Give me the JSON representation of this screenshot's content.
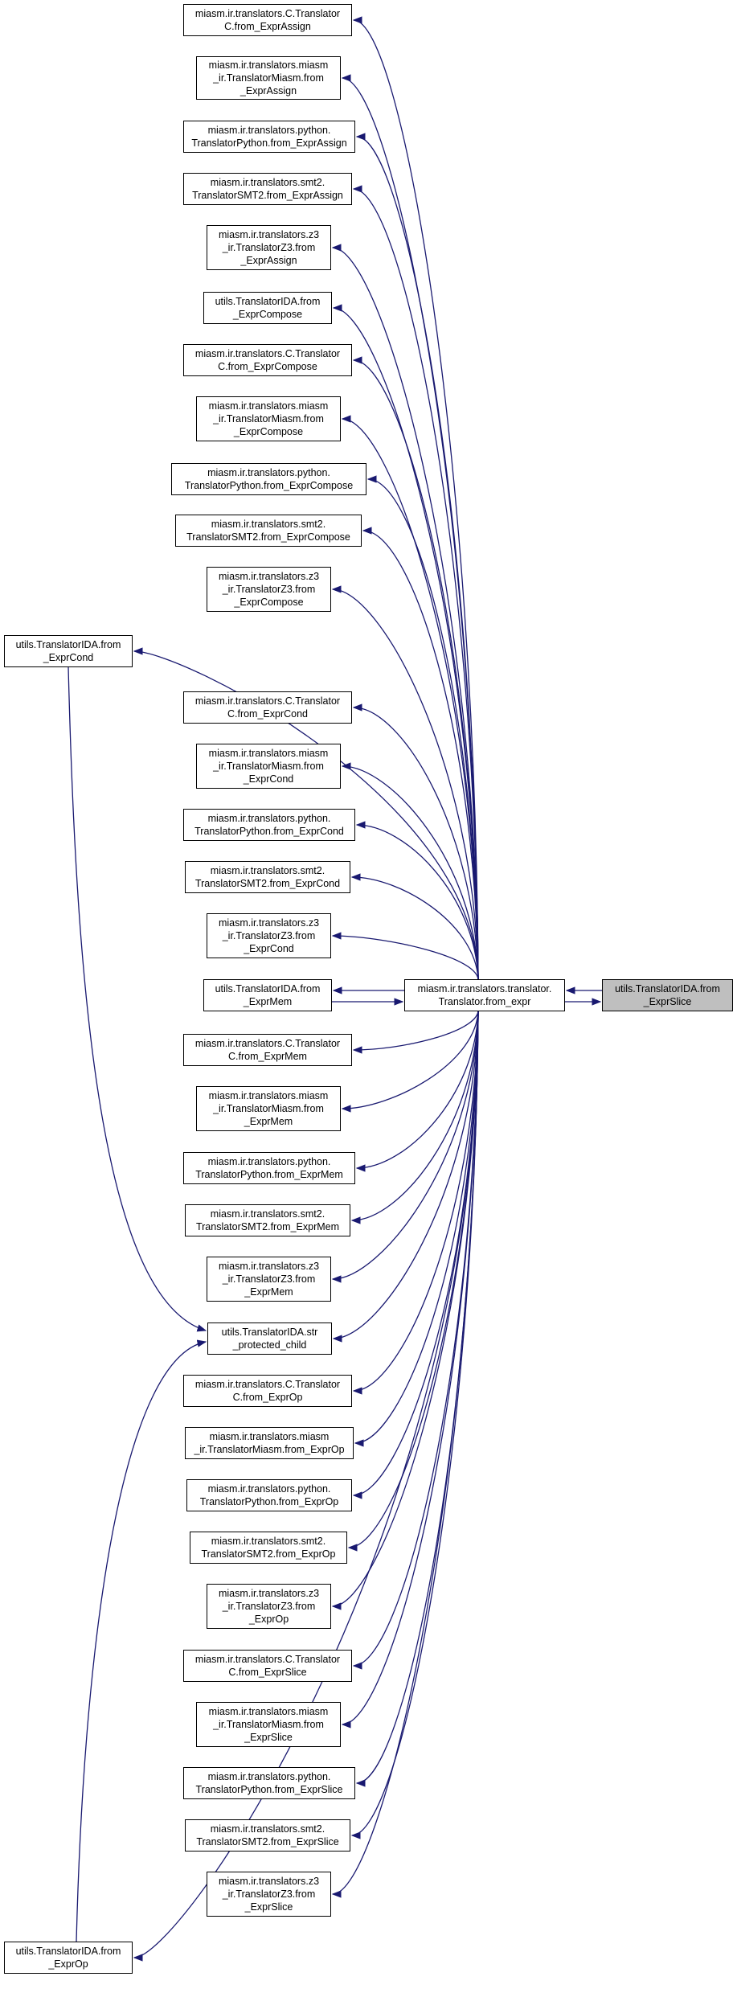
{
  "graph": {
    "edge_color": "#191970",
    "focus_fill": "#bfbfbf",
    "nodes": [
      {
        "id": "n_from_expr",
        "name": "node-translator-from-expr",
        "lines": [
          "miasm.ir.translators.translator.",
          "Translator.from_expr"
        ]
      },
      {
        "id": "n_focus",
        "name": "node-translatorida-from-exprslice",
        "focus": true,
        "lines": [
          "utils.TranslatorIDA.from",
          "_ExprSlice"
        ]
      },
      {
        "id": "n_ida_cond",
        "name": "node-translatorida-from-exprcond",
        "lines": [
          "utils.TranslatorIDA.from",
          "_ExprCond"
        ]
      },
      {
        "id": "n_ida_mem",
        "name": "node-translatorida-from-exprmem",
        "lines": [
          "utils.TranslatorIDA.from",
          "_ExprMem"
        ]
      },
      {
        "id": "n_ida_str",
        "name": "node-translatorida-str-protected-child",
        "lines": [
          "utils.TranslatorIDA.str",
          "_protected_child"
        ]
      },
      {
        "id": "n_ida_op",
        "name": "node-translatorida-from-exprop",
        "lines": [
          "utils.TranslatorIDA.from",
          "_ExprOp"
        ]
      },
      {
        "id": "n_ida_compose",
        "name": "node-translatorida-from-exprcompose",
        "lines": [
          "utils.TranslatorIDA.from",
          "_ExprCompose"
        ]
      },
      {
        "id": "n_c_assign",
        "name": "node-translatorc-from-exprassign",
        "lines": [
          "miasm.ir.translators.C.Translator",
          "C.from_ExprAssign"
        ]
      },
      {
        "id": "n_miasm_assign",
        "name": "node-translatormiasm-from-exprassign",
        "lines": [
          "miasm.ir.translators.miasm",
          "_ir.TranslatorMiasm.from",
          "_ExprAssign"
        ]
      },
      {
        "id": "n_py_assign",
        "name": "node-translatorpython-from-exprassign",
        "lines": [
          "miasm.ir.translators.python.",
          "TranslatorPython.from_ExprAssign"
        ]
      },
      {
        "id": "n_smt_assign",
        "name": "node-translatorsmt2-from-exprassign",
        "lines": [
          "miasm.ir.translators.smt2.",
          "TranslatorSMT2.from_ExprAssign"
        ]
      },
      {
        "id": "n_z3_assign",
        "name": "node-translatorz3-from-exprassign",
        "lines": [
          "miasm.ir.translators.z3",
          "_ir.TranslatorZ3.from",
          "_ExprAssign"
        ]
      },
      {
        "id": "n_c_compose",
        "name": "node-translatorc-from-exprcompose",
        "lines": [
          "miasm.ir.translators.C.Translator",
          "C.from_ExprCompose"
        ]
      },
      {
        "id": "n_miasm_compose",
        "name": "node-translatormiasm-from-exprcompose",
        "lines": [
          "miasm.ir.translators.miasm",
          "_ir.TranslatorMiasm.from",
          "_ExprCompose"
        ]
      },
      {
        "id": "n_py_compose",
        "name": "node-translatorpython-from-exprcompose",
        "lines": [
          "miasm.ir.translators.python.",
          "TranslatorPython.from_ExprCompose"
        ]
      },
      {
        "id": "n_smt_compose",
        "name": "node-translatorsmt2-from-exprcompose",
        "lines": [
          "miasm.ir.translators.smt2.",
          "TranslatorSMT2.from_ExprCompose"
        ]
      },
      {
        "id": "n_z3_compose",
        "name": "node-translatorz3-from-exprcompose",
        "lines": [
          "miasm.ir.translators.z3",
          "_ir.TranslatorZ3.from",
          "_ExprCompose"
        ]
      },
      {
        "id": "n_c_cond",
        "name": "node-translatorc-from-exprcond",
        "lines": [
          "miasm.ir.translators.C.Translator",
          "C.from_ExprCond"
        ]
      },
      {
        "id": "n_miasm_cond",
        "name": "node-translatormiasm-from-exprcond",
        "lines": [
          "miasm.ir.translators.miasm",
          "_ir.TranslatorMiasm.from",
          "_ExprCond"
        ]
      },
      {
        "id": "n_py_cond",
        "name": "node-translatorpython-from-exprcond",
        "lines": [
          "miasm.ir.translators.python.",
          "TranslatorPython.from_ExprCond"
        ]
      },
      {
        "id": "n_smt_cond",
        "name": "node-translatorsmt2-from-exprcond",
        "lines": [
          "miasm.ir.translators.smt2.",
          "TranslatorSMT2.from_ExprCond"
        ]
      },
      {
        "id": "n_z3_cond",
        "name": "node-translatorz3-from-exprcond",
        "lines": [
          "miasm.ir.translators.z3",
          "_ir.TranslatorZ3.from",
          "_ExprCond"
        ]
      },
      {
        "id": "n_c_mem",
        "name": "node-translatorc-from-exprmem",
        "lines": [
          "miasm.ir.translators.C.Translator",
          "C.from_ExprMem"
        ]
      },
      {
        "id": "n_miasm_mem",
        "name": "node-translatormiasm-from-exprmem",
        "lines": [
          "miasm.ir.translators.miasm",
          "_ir.TranslatorMiasm.from",
          "_ExprMem"
        ]
      },
      {
        "id": "n_py_mem",
        "name": "node-translatorpython-from-exprmem",
        "lines": [
          "miasm.ir.translators.python.",
          "TranslatorPython.from_ExprMem"
        ]
      },
      {
        "id": "n_smt_mem",
        "name": "node-translatorsmt2-from-exprmem",
        "lines": [
          "miasm.ir.translators.smt2.",
          "TranslatorSMT2.from_ExprMem"
        ]
      },
      {
        "id": "n_z3_mem",
        "name": "node-translatorz3-from-exprmem",
        "lines": [
          "miasm.ir.translators.z3",
          "_ir.TranslatorZ3.from",
          "_ExprMem"
        ]
      },
      {
        "id": "n_c_op",
        "name": "node-translatorc-from-exprop",
        "lines": [
          "miasm.ir.translators.C.Translator",
          "C.from_ExprOp"
        ]
      },
      {
        "id": "n_miasm_op",
        "name": "node-translatormiasm-from-exprop",
        "lines": [
          "miasm.ir.translators.miasm",
          "_ir.TranslatorMiasm.from_ExprOp"
        ]
      },
      {
        "id": "n_py_op",
        "name": "node-translatorpython-from-exprop",
        "lines": [
          "miasm.ir.translators.python.",
          "TranslatorPython.from_ExprOp"
        ]
      },
      {
        "id": "n_smt_op",
        "name": "node-translatorsmt2-from-exprop",
        "lines": [
          "miasm.ir.translators.smt2.",
          "TranslatorSMT2.from_ExprOp"
        ]
      },
      {
        "id": "n_z3_op",
        "name": "node-translatorz3-from-exprop",
        "lines": [
          "miasm.ir.translators.z3",
          "_ir.TranslatorZ3.from",
          "_ExprOp"
        ]
      },
      {
        "id": "n_c_slice",
        "name": "node-translatorc-from-exprslice",
        "lines": [
          "miasm.ir.translators.C.Translator",
          "C.from_ExprSlice"
        ]
      },
      {
        "id": "n_miasm_slice",
        "name": "node-translatormiasm-from-exprslice",
        "lines": [
          "miasm.ir.translators.miasm",
          "_ir.TranslatorMiasm.from",
          "_ExprSlice"
        ]
      },
      {
        "id": "n_py_slice",
        "name": "node-translatorpython-from-exprslice",
        "lines": [
          "miasm.ir.translators.python.",
          "TranslatorPython.from_ExprSlice"
        ]
      },
      {
        "id": "n_smt_slice",
        "name": "node-translatorsmt2-from-exprslice",
        "lines": [
          "miasm.ir.translators.smt2.",
          "TranslatorSMT2.from_ExprSlice"
        ]
      },
      {
        "id": "n_z3_slice",
        "name": "node-translatorz3-from-exprslice",
        "lines": [
          "miasm.ir.translators.z3",
          "_ir.TranslatorZ3.from",
          "_ExprSlice"
        ]
      }
    ],
    "edges": [
      {
        "from": "n_focus",
        "to": "n_from_expr"
      },
      {
        "from": "n_from_expr",
        "to": "n_focus"
      },
      {
        "from": "n_from_expr",
        "to": "n_c_assign"
      },
      {
        "from": "n_from_expr",
        "to": "n_miasm_assign"
      },
      {
        "from": "n_from_expr",
        "to": "n_py_assign"
      },
      {
        "from": "n_from_expr",
        "to": "n_smt_assign"
      },
      {
        "from": "n_from_expr",
        "to": "n_z3_assign"
      },
      {
        "from": "n_from_expr",
        "to": "n_ida_compose"
      },
      {
        "from": "n_from_expr",
        "to": "n_c_compose"
      },
      {
        "from": "n_from_expr",
        "to": "n_miasm_compose"
      },
      {
        "from": "n_from_expr",
        "to": "n_py_compose"
      },
      {
        "from": "n_from_expr",
        "to": "n_smt_compose"
      },
      {
        "from": "n_from_expr",
        "to": "n_z3_compose"
      },
      {
        "from": "n_from_expr",
        "to": "n_ida_cond"
      },
      {
        "from": "n_from_expr",
        "to": "n_c_cond"
      },
      {
        "from": "n_from_expr",
        "to": "n_miasm_cond"
      },
      {
        "from": "n_from_expr",
        "to": "n_py_cond"
      },
      {
        "from": "n_from_expr",
        "to": "n_smt_cond"
      },
      {
        "from": "n_from_expr",
        "to": "n_z3_cond"
      },
      {
        "from": "n_from_expr",
        "to": "n_ida_mem"
      },
      {
        "from": "n_ida_mem",
        "to": "n_from_expr"
      },
      {
        "from": "n_from_expr",
        "to": "n_c_mem"
      },
      {
        "from": "n_from_expr",
        "to": "n_miasm_mem"
      },
      {
        "from": "n_from_expr",
        "to": "n_py_mem"
      },
      {
        "from": "n_from_expr",
        "to": "n_smt_mem"
      },
      {
        "from": "n_from_expr",
        "to": "n_z3_mem"
      },
      {
        "from": "n_from_expr",
        "to": "n_ida_str"
      },
      {
        "from": "n_from_expr",
        "to": "n_c_op"
      },
      {
        "from": "n_from_expr",
        "to": "n_miasm_op"
      },
      {
        "from": "n_from_expr",
        "to": "n_py_op"
      },
      {
        "from": "n_from_expr",
        "to": "n_smt_op"
      },
      {
        "from": "n_from_expr",
        "to": "n_z3_op"
      },
      {
        "from": "n_from_expr",
        "to": "n_c_slice"
      },
      {
        "from": "n_from_expr",
        "to": "n_miasm_slice"
      },
      {
        "from": "n_from_expr",
        "to": "n_py_slice"
      },
      {
        "from": "n_from_expr",
        "to": "n_smt_slice"
      },
      {
        "from": "n_from_expr",
        "to": "n_z3_slice"
      },
      {
        "from": "n_from_expr",
        "to": "n_ida_op"
      },
      {
        "from": "n_ida_cond",
        "to": "n_ida_str"
      },
      {
        "from": "n_ida_op",
        "to": "n_ida_str"
      }
    ]
  }
}
